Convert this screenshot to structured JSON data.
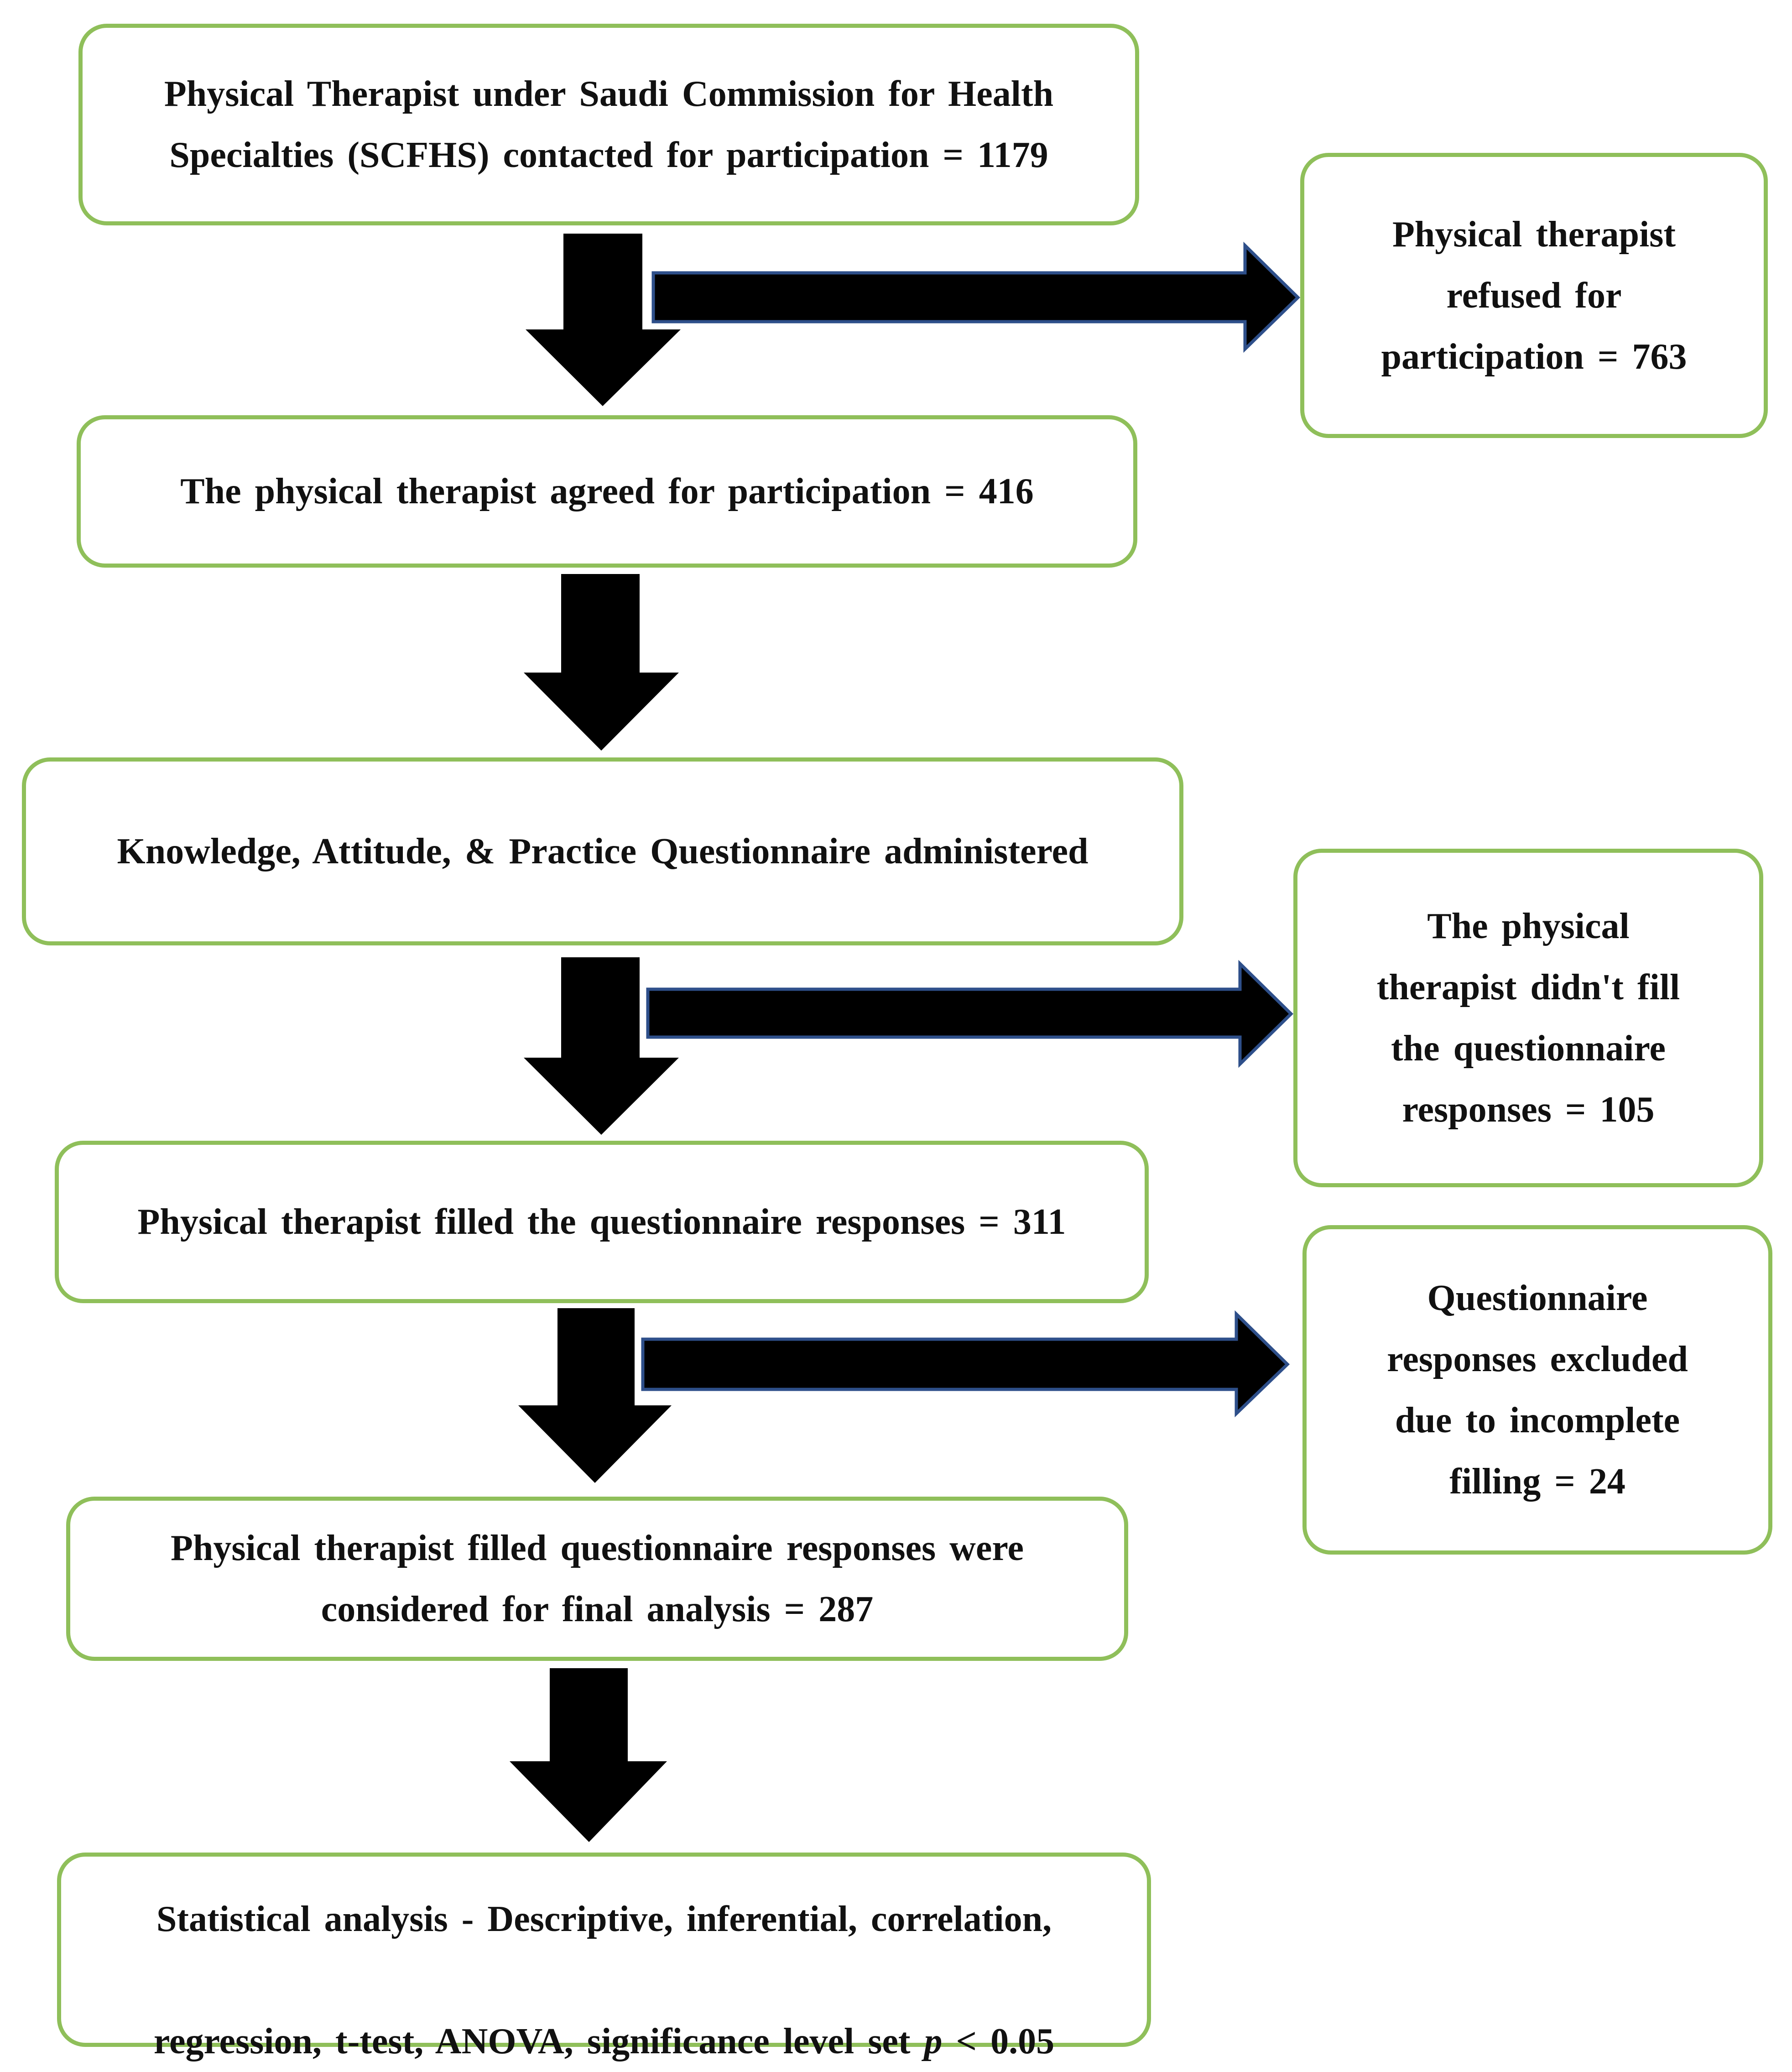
{
  "flowchart": {
    "main_steps": [
      {
        "id": "contacted",
        "text": "Physical Therapist under Saudi Commission  for Health\nSpecialties  (SCFHS)  contacted  for participation  = 1179"
      },
      {
        "id": "agreed",
        "text": "The physical  therapist  agreed  for participation  = 416"
      },
      {
        "id": "administered",
        "text": "Knowledge,  Attitude,  & Practice  Questionnaire  administered"
      },
      {
        "id": "filled",
        "text": "Physical therapist  filled  the questionnaire  responses = 311"
      },
      {
        "id": "considered",
        "text": "Physical therapist  filled  questionnaire  responses  were\nconsidered  for final  analysis = 287"
      },
      {
        "id": "analysis",
        "text_line1": "Statistical  analysis - Descriptive,  inferential,  correlation,",
        "text_line2_prefix": "regression,  t-test,  ANOVA,  significance  level set ",
        "p_symbol": "p",
        "text_line2_suffix": " < 0.05"
      }
    ],
    "side_steps": [
      {
        "id": "refused",
        "text": "Physical therapist\nrefused  for\nparticipation  = 763"
      },
      {
        "id": "not_filled",
        "text": "The physical\ntherapist  didn't fill\nthe questionnaire\nresponses  = 105"
      },
      {
        "id": "excluded",
        "text": "Questionnaire\nresponses  excluded\ndue to incomplete\nfilling  = 24"
      }
    ],
    "colors": {
      "box_border": "#8fbf5a",
      "arrow_fill": "#000000",
      "arrow_outline": "#2e4f8a"
    }
  }
}
